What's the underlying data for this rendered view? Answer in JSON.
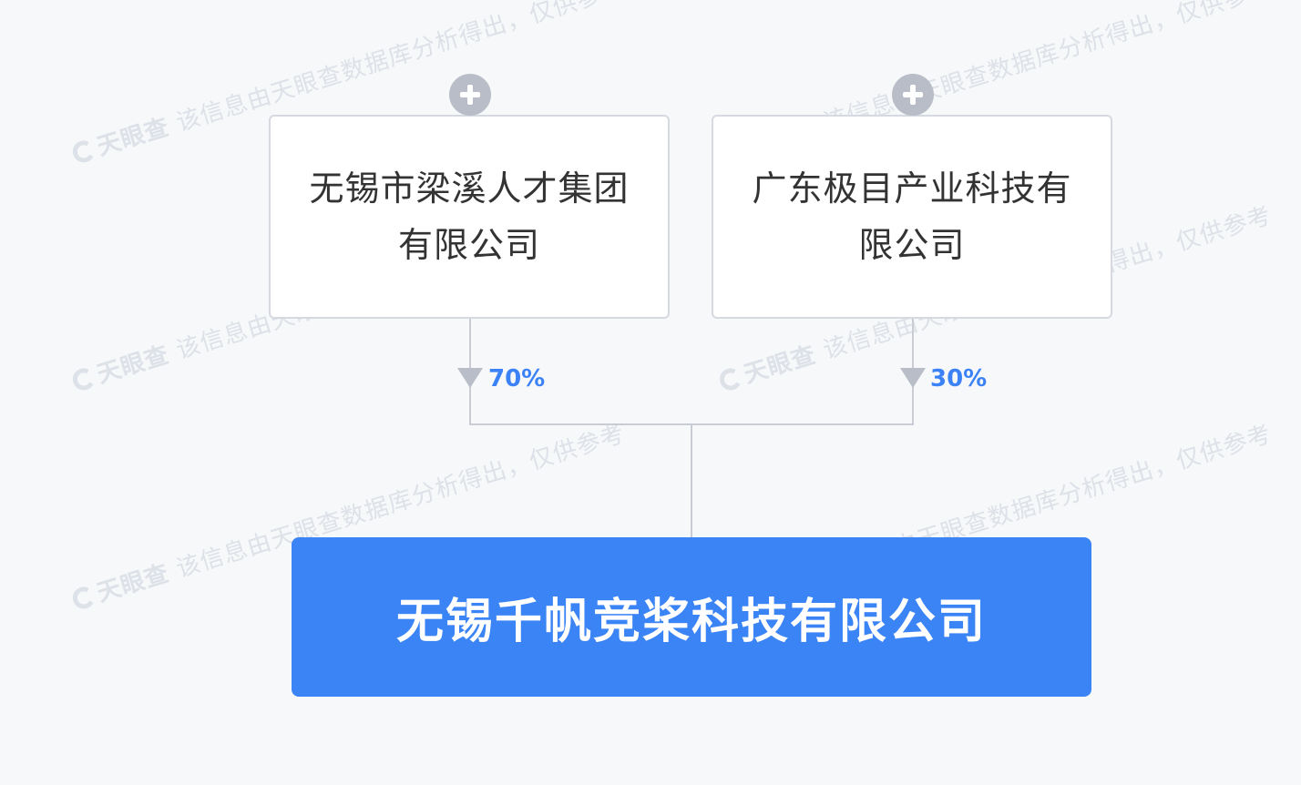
{
  "watermark": {
    "brand": "天眼查",
    "text": "该信息由天眼查数据库分析得出，仅供参考"
  },
  "shareholders": [
    {
      "name": "无锡市梁溪人才集团有限公司",
      "percent": "70%",
      "share": 70
    },
    {
      "name": "广东极目产业科技有限公司",
      "percent": "30%",
      "share": 30
    }
  ],
  "company": {
    "name": "无锡千帆竞桨科技有限公司"
  },
  "colors": {
    "company_fill": "#3b84f5",
    "percent_text": "#3b82f6",
    "connector": "#c9ccd5",
    "expand_button": "#b9bdc8"
  },
  "icons": {
    "expand": "plus-circle-icon",
    "flow": "triangle-down-icon"
  }
}
